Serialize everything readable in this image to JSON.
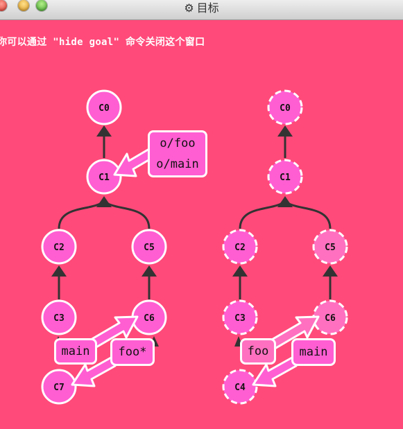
{
  "window": {
    "title": "目标",
    "title_icon": "gear-icon"
  },
  "hint": "你可以通过 \"hide goal\" 命令关闭这个窗口",
  "colors": {
    "background": "#ff4a7a",
    "commit": "#ff5ed2",
    "commit_dim": "#ff70c0",
    "edge": "#333333",
    "stroke": "#ffffff"
  },
  "left_tree": {
    "commits": {
      "c0": "C0",
      "c1": "C1",
      "c2": "C2",
      "c3": "C3",
      "c5": "C5",
      "c6": "C6",
      "c7": "C7"
    },
    "branches": {
      "origin_foo": "o/foo",
      "origin_main": "o/main",
      "main": "main",
      "foo": "foo*"
    }
  },
  "right_tree": {
    "commits": {
      "c0": "C0",
      "c1": "C1",
      "c2": "C2",
      "c3": "C3",
      "c5": "C5",
      "c6": "C6",
      "c4": "C4"
    },
    "branches": {
      "foo": "foo",
      "main": "main"
    }
  }
}
